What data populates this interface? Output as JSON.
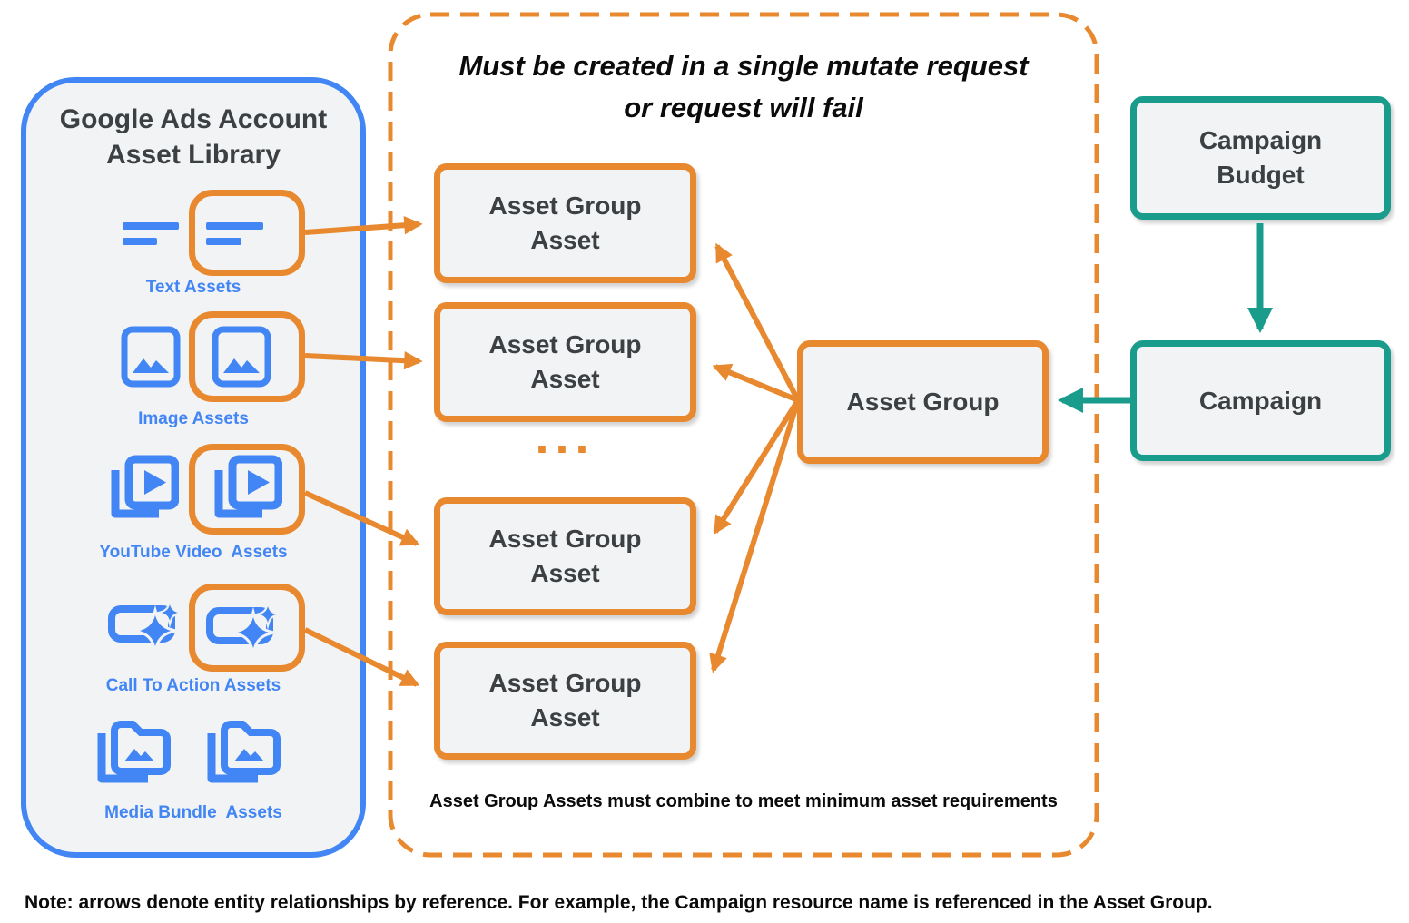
{
  "colors": {
    "blue": "#4285F4",
    "orange": "#E8892F",
    "teal": "#1A9C8C",
    "box_fill": "#F1F3F4",
    "dark_text": "#3C4043",
    "black_text": "#0b0b0b"
  },
  "library": {
    "title": [
      "Google Ads Account",
      "Asset Library"
    ],
    "items": [
      {
        "label": "Text Assets",
        "icon": "text-lines-icon"
      },
      {
        "label": "Image Assets",
        "icon": "image-icon"
      },
      {
        "label": "YouTube Video  Assets",
        "icon": "video-stack-icon"
      },
      {
        "label": "Call To Action Assets",
        "icon": "cta-sparkle-icon"
      },
      {
        "label": "Media Bundle  Assets",
        "icon": "media-folder-icon"
      }
    ]
  },
  "mutate_container": {
    "title": [
      "Must be created in a single mutate request",
      "or request will fail"
    ],
    "asset_box_label": [
      "Asset Group",
      "Asset"
    ],
    "ellipsis": "...",
    "footnote": "Asset Group Assets must combine to meet minimum asset requirements"
  },
  "asset_group": {
    "label": "Asset Group"
  },
  "campaign_budget": {
    "label": [
      "Campaign",
      "Budget"
    ]
  },
  "campaign": {
    "label": "Campaign"
  },
  "note": "Note: arrows denote entity relationships by reference. For example, the Campaign resource name is referenced in the Asset Group."
}
